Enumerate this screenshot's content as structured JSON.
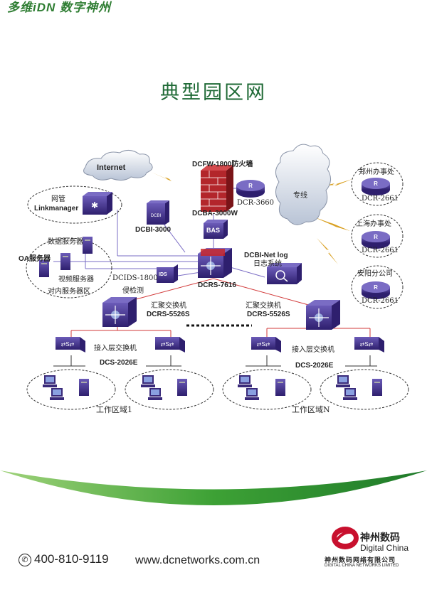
{
  "header": {
    "slogan": "多维iDN 数字神州"
  },
  "diagram": {
    "title": "典型园区网",
    "nodes": {
      "internet": "Internet",
      "firewall": "DCFW-1800防火墙",
      "router_main": "DCR-3660",
      "leased_line": "专线",
      "zhengzhou": "郑州办事处",
      "zhengzhou_model": "DCR-2661",
      "shanghai": "上海办事处",
      "shanghai_model": "DCR-2661",
      "anyang": "安阳分公司",
      "anyang_model": "DCR-2661",
      "netmgmt": "网管",
      "linkmanager": "Linkmanager",
      "dcbi": "DCBI-3000",
      "dcba": "DCBA-3000W",
      "bas": "BAS",
      "db_server": "数据服务器",
      "oa_server": "OA服务器",
      "video_server": "视频服务器",
      "internal_zone": "对内服务器区",
      "core": "DCRS-7616",
      "ids_model": "DCIDS-1800",
      "ids_cn": "侵检测",
      "ids_icon": "IDS",
      "netlog": "DCBI-Net log",
      "netlog_cn": "日志系统",
      "agg_label_1": "汇聚交换机",
      "agg_model_1": "DCRS-5526S",
      "agg_label_2": "汇聚交换机",
      "agg_model_2": "DCRS-5526S",
      "access_label_1": "接入层交换机",
      "access_model_1": "DCS-2026E",
      "access_label_2": "接入层交换机",
      "access_model_2": "DCS-2026E",
      "work_area_1": "工作区域1",
      "work_area_n": "工作区域N"
    }
  },
  "footer": {
    "phone": "400-810-9119",
    "website": "www.dcnetworks.com.cn",
    "brand_cn": "神州数码",
    "brand_en": "Digital China",
    "company_cn": "神州数码网络有限公司",
    "company_en": "DIGITAL CHINA NETWORKS LIMITED"
  },
  "colors": {
    "title": "#1f6a36",
    "device": "#3a2a7a",
    "green_arc": "#3da135",
    "logo_red": "#c8102e",
    "lightning": "#d9a021"
  }
}
